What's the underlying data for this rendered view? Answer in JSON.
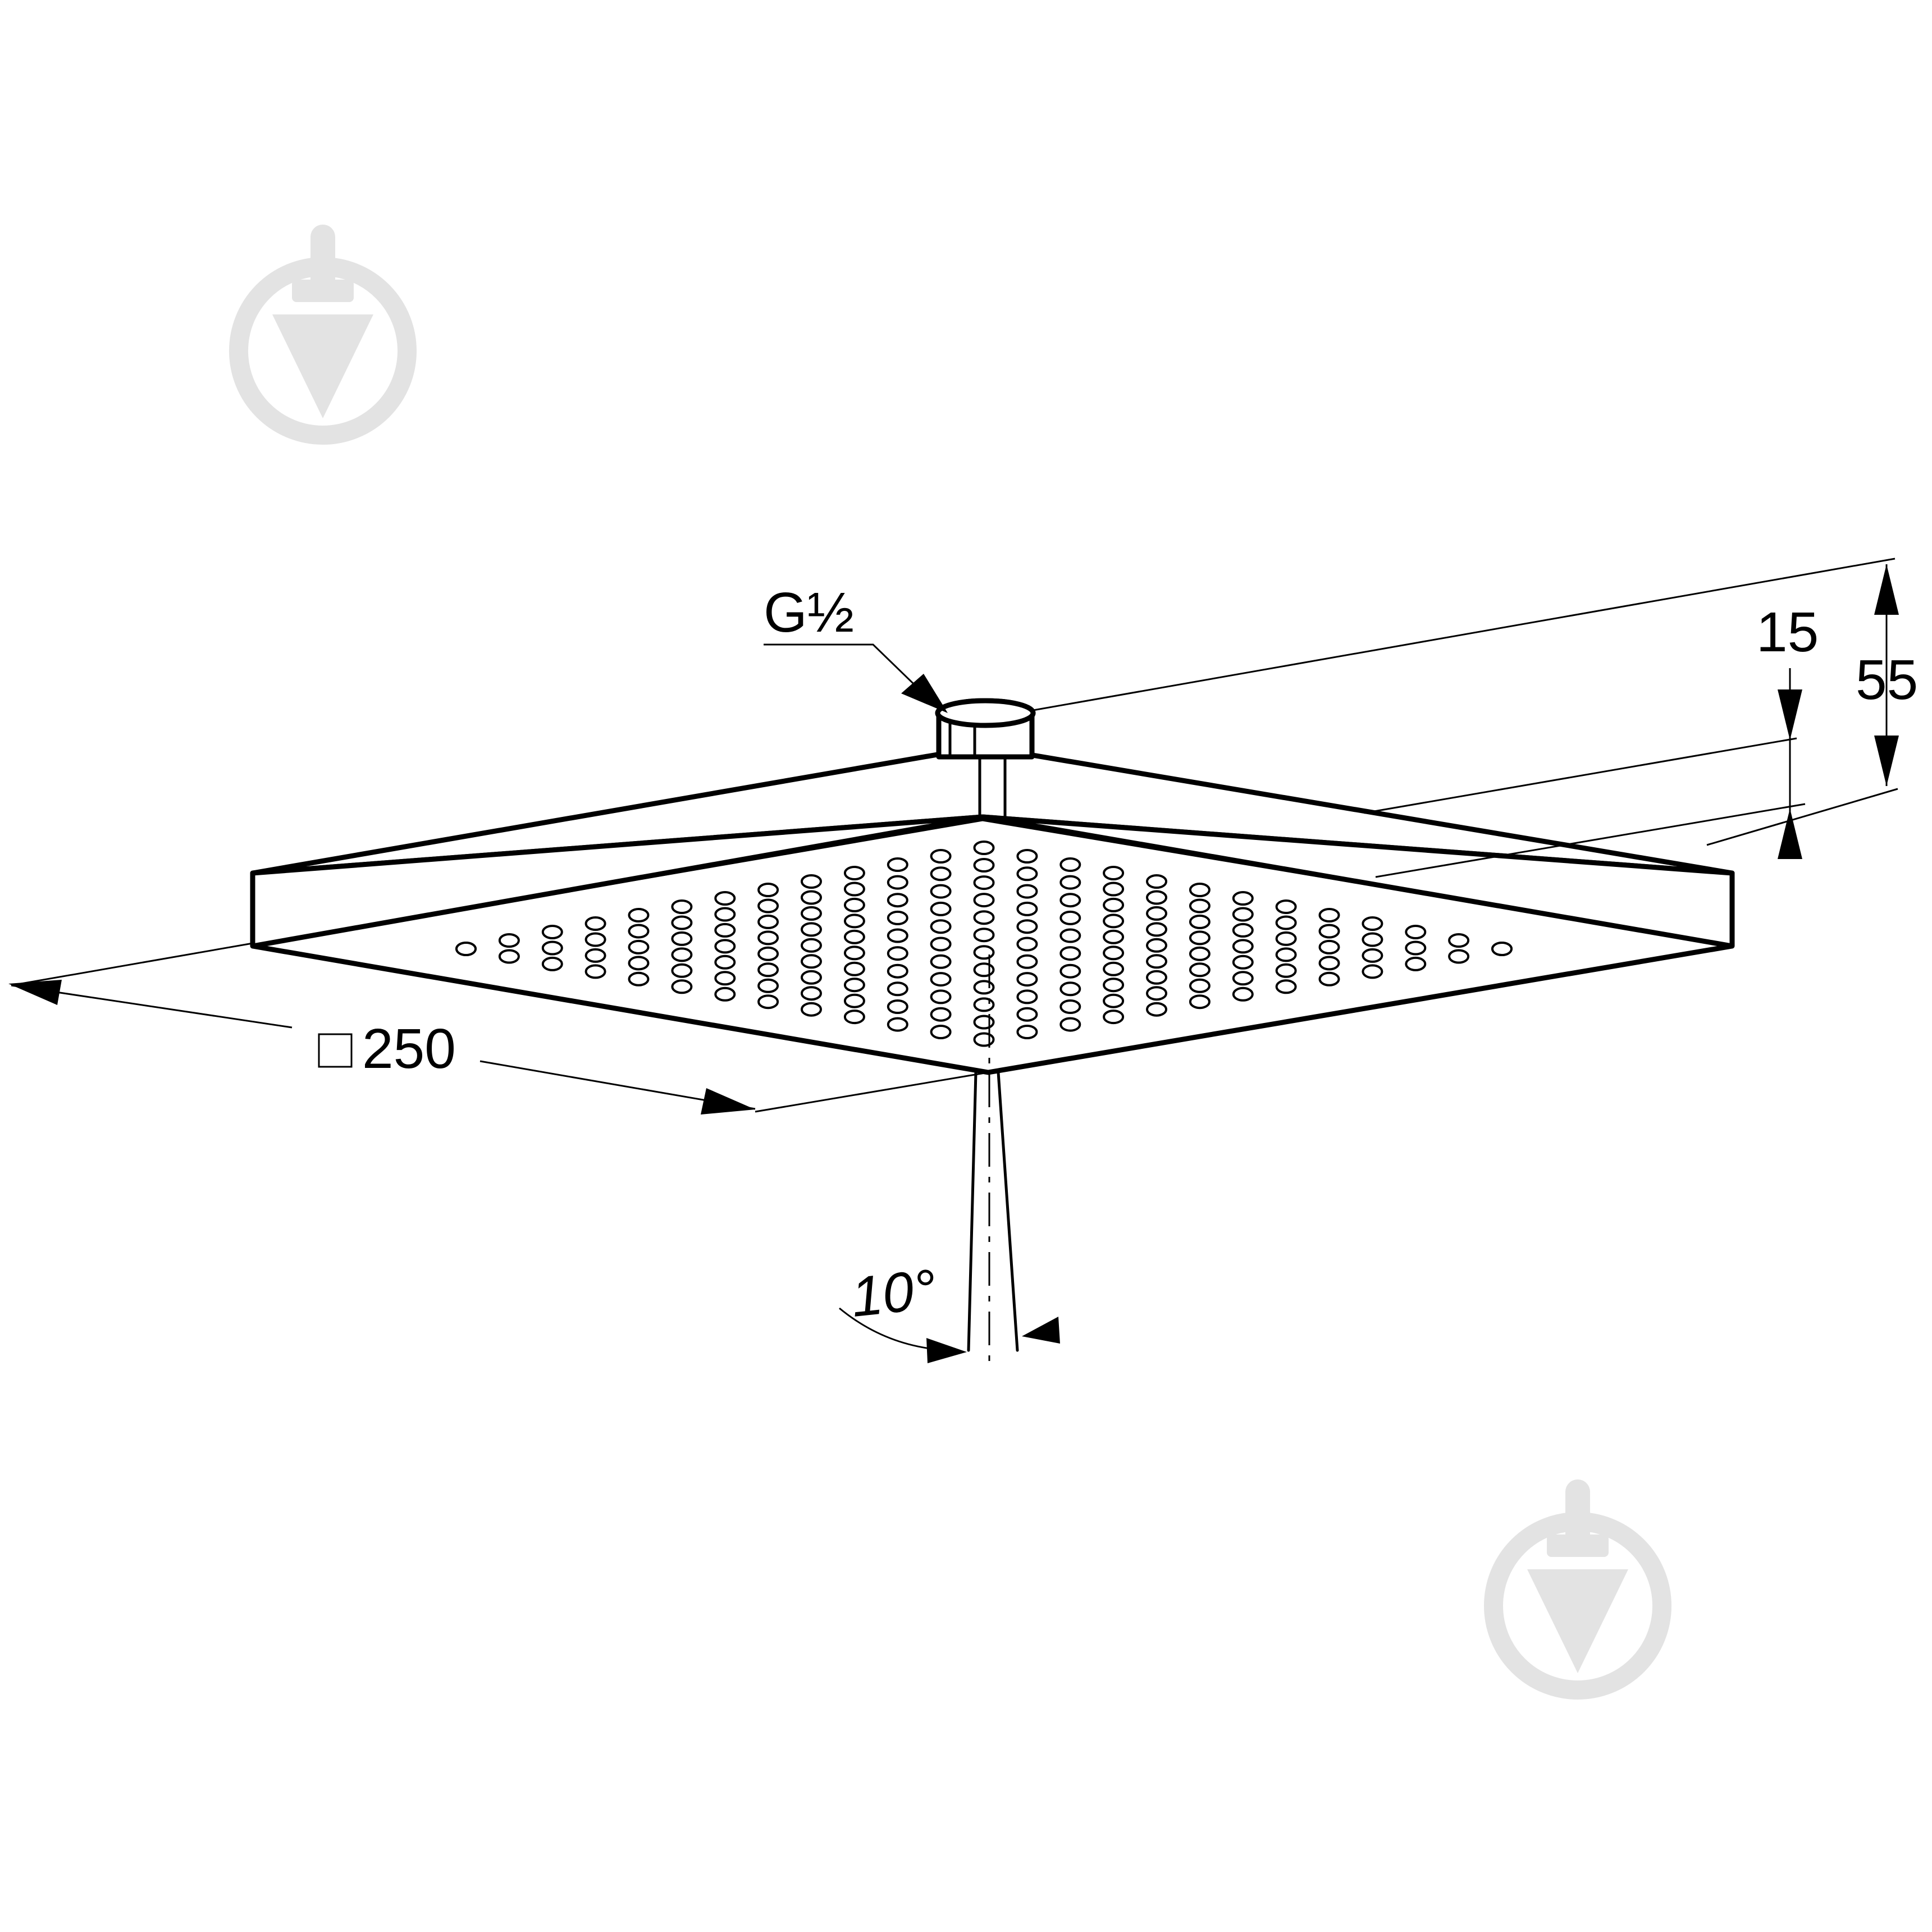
{
  "diagram": {
    "labels": {
      "thread": "G½",
      "width": "250",
      "plate_height": "15",
      "total_height": "55",
      "spray_angle": "10°"
    },
    "width_prefix_symbol": "square-outline",
    "watermark_icon": "faucet-drop-logo",
    "colors": {
      "line": "#000000",
      "background": "#ffffff",
      "watermark": "#e3e3e3"
    }
  }
}
